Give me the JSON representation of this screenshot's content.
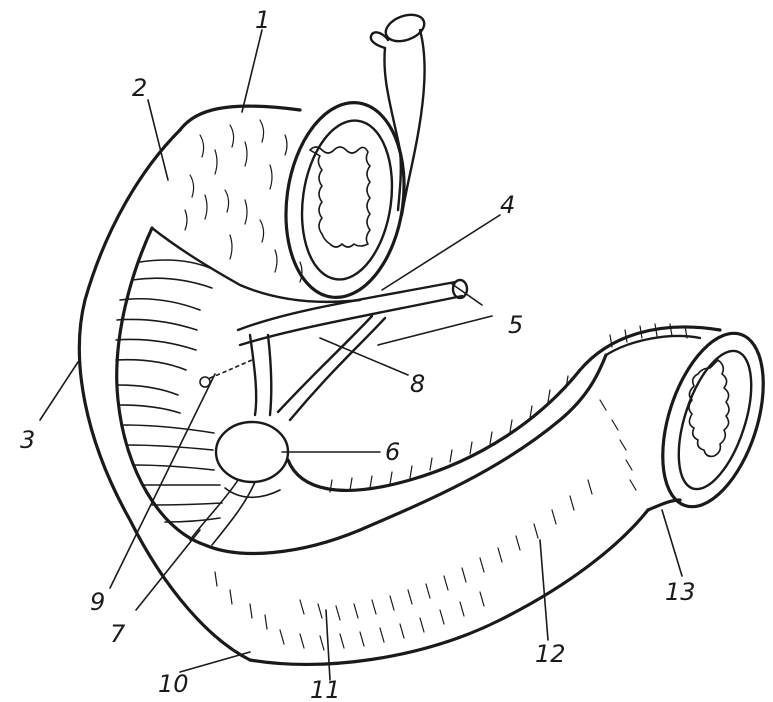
{
  "figure": {
    "background": "#ffffff",
    "ink_color": "#1a1a1a",
    "labels": [
      "1",
      "2",
      "3",
      "4",
      "5",
      "6",
      "7",
      "8",
      "9",
      "10",
      "11",
      "12",
      "13"
    ]
  }
}
